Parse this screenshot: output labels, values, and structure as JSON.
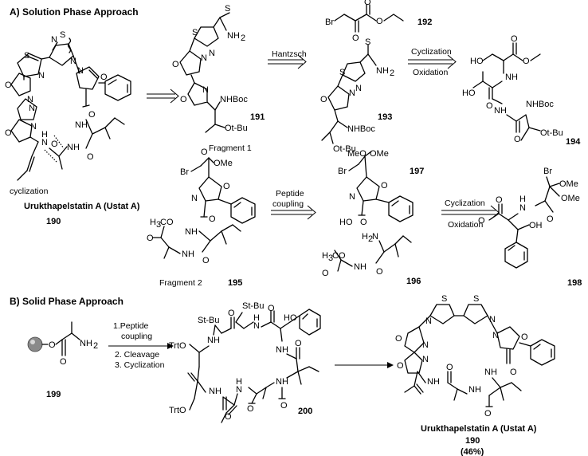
{
  "sections": {
    "solution": "A) Solution Phase Approach",
    "solid": "B) Solid Phase Approach"
  },
  "compounds": {
    "c190_name": "Urukthapelstatin A (Ustat A)",
    "c190": "190",
    "c191": "191",
    "c192": "192",
    "c193": "193",
    "c194": "194",
    "c195": "195",
    "c196": "196",
    "c197": "197",
    "c198": "198",
    "c199": "199",
    "c200": "200",
    "c190b_name": "Urukthapelstatin A (Ustat A)",
    "c190b": "190",
    "yield": "(46%)"
  },
  "labels": {
    "cyclization_site": "cyclization",
    "fragment1": "Fragment 1",
    "fragment2": "Fragment 2"
  },
  "arrows": {
    "hantzsch": "Hantzsch",
    "cyc_top": "Cyclization",
    "oxid_top": "Oxidation",
    "peptide1": "Peptide",
    "peptide2": "coupling",
    "cyc_mid": "Cyclization",
    "oxid_mid": "Oxidation",
    "step1a": "1.Peptide",
    "step1b": "coupling",
    "step2": "2. Cleavage",
    "step3": "3. Cyclization"
  },
  "atoms": {
    "S": "S",
    "N": "N",
    "O": "O",
    "NH": "NH",
    "H": "H",
    "NH2": "NH",
    "sub2": "2",
    "NHBoc": "NHBoc",
    "OtBu": "Ot-Bu",
    "Br": "Br",
    "OMe": "OMe",
    "MeO": "MeO",
    "H3CO": "H",
    "H3CO_b": "3",
    "H3CO_c": "CO",
    "OH": "OH",
    "HO": "HO",
    "StBu": "St-Bu",
    "TrtO": "TrtO"
  }
}
